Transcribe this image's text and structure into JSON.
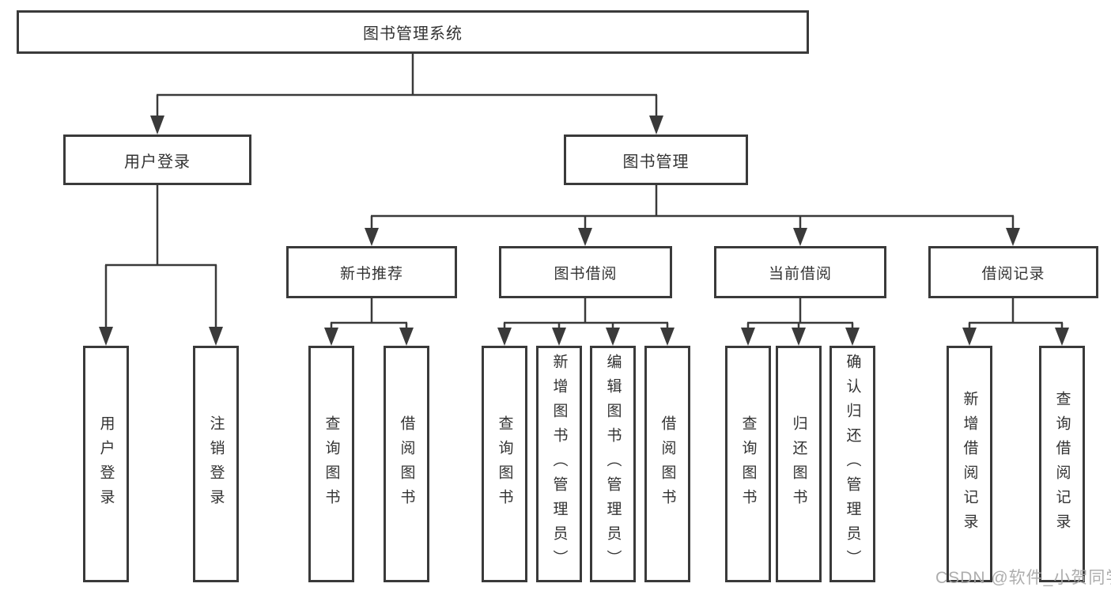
{
  "tree": {
    "root": {
      "label": "图书管理系统"
    },
    "branches": [
      {
        "label": "用户登录",
        "children": [
          {
            "label": "用户登录"
          },
          {
            "label": "注销登录"
          }
        ]
      },
      {
        "label": "图书管理",
        "groups": [
          {
            "label": "新书推荐",
            "children": [
              {
                "label": "查询图书"
              },
              {
                "label": "借阅图书"
              }
            ]
          },
          {
            "label": "图书借阅",
            "children": [
              {
                "label": "查询图书"
              },
              {
                "label": "新增图书（管理员）"
              },
              {
                "label": "编辑图书（管理员）"
              },
              {
                "label": "借阅图书"
              }
            ]
          },
          {
            "label": "当前借阅",
            "children": [
              {
                "label": "查询图书"
              },
              {
                "label": "归还图书"
              },
              {
                "label": "确认归还（管理员）"
              }
            ]
          },
          {
            "label": "借阅记录",
            "children": [
              {
                "label": "新增借阅记录"
              },
              {
                "label": "查询借阅记录"
              }
            ]
          }
        ]
      }
    ],
    "watermark": "CSDN @软件_小贺同学",
    "colors": {
      "line": "#3a3a3a",
      "text": "#333333",
      "watermark": "#a6a6a6",
      "background": "#ffffff"
    }
  }
}
